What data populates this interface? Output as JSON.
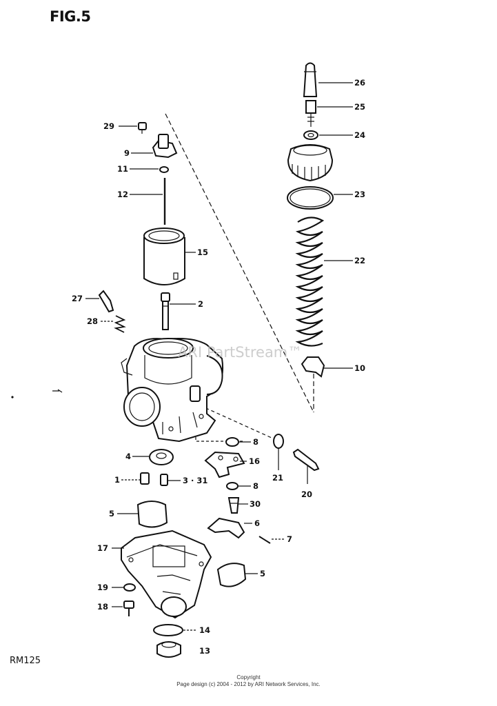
{
  "figure_title": "FIG.5",
  "model_label": "RM125",
  "watermark": "ARI PartStream™",
  "footer": {
    "line1": "Copyright",
    "line2": "Page design (c) 2004 - 2012 by ARI Network Services, Inc."
  },
  "callouts": [
    {
      "id": "c26",
      "label": "26"
    },
    {
      "id": "c25",
      "label": "25"
    },
    {
      "id": "c24",
      "label": "24"
    },
    {
      "id": "c23",
      "label": "23"
    },
    {
      "id": "c22",
      "label": "22"
    },
    {
      "id": "c10",
      "label": "10"
    },
    {
      "id": "c29",
      "label": "29"
    },
    {
      "id": "c9",
      "label": "9"
    },
    {
      "id": "c11",
      "label": "11"
    },
    {
      "id": "c12",
      "label": "12"
    },
    {
      "id": "c15",
      "label": "15"
    },
    {
      "id": "c27",
      "label": "27"
    },
    {
      "id": "c2",
      "label": "2"
    },
    {
      "id": "c28",
      "label": "28"
    },
    {
      "id": "c8a",
      "label": "8"
    },
    {
      "id": "c4",
      "label": "4"
    },
    {
      "id": "c16",
      "label": "16"
    },
    {
      "id": "c1",
      "label": "1"
    },
    {
      "id": "c331",
      "label": "3 · 31"
    },
    {
      "id": "c8b",
      "label": "8"
    },
    {
      "id": "c21",
      "label": "21"
    },
    {
      "id": "c20",
      "label": "20"
    },
    {
      "id": "c30",
      "label": "30"
    },
    {
      "id": "c5a",
      "label": "5"
    },
    {
      "id": "c6",
      "label": "6"
    },
    {
      "id": "c7",
      "label": "7"
    },
    {
      "id": "c17",
      "label": "17"
    },
    {
      "id": "c5b",
      "label": "5"
    },
    {
      "id": "c19",
      "label": "19"
    },
    {
      "id": "c18",
      "label": "18"
    },
    {
      "id": "c14",
      "label": "14"
    },
    {
      "id": "c13",
      "label": "13"
    }
  ]
}
